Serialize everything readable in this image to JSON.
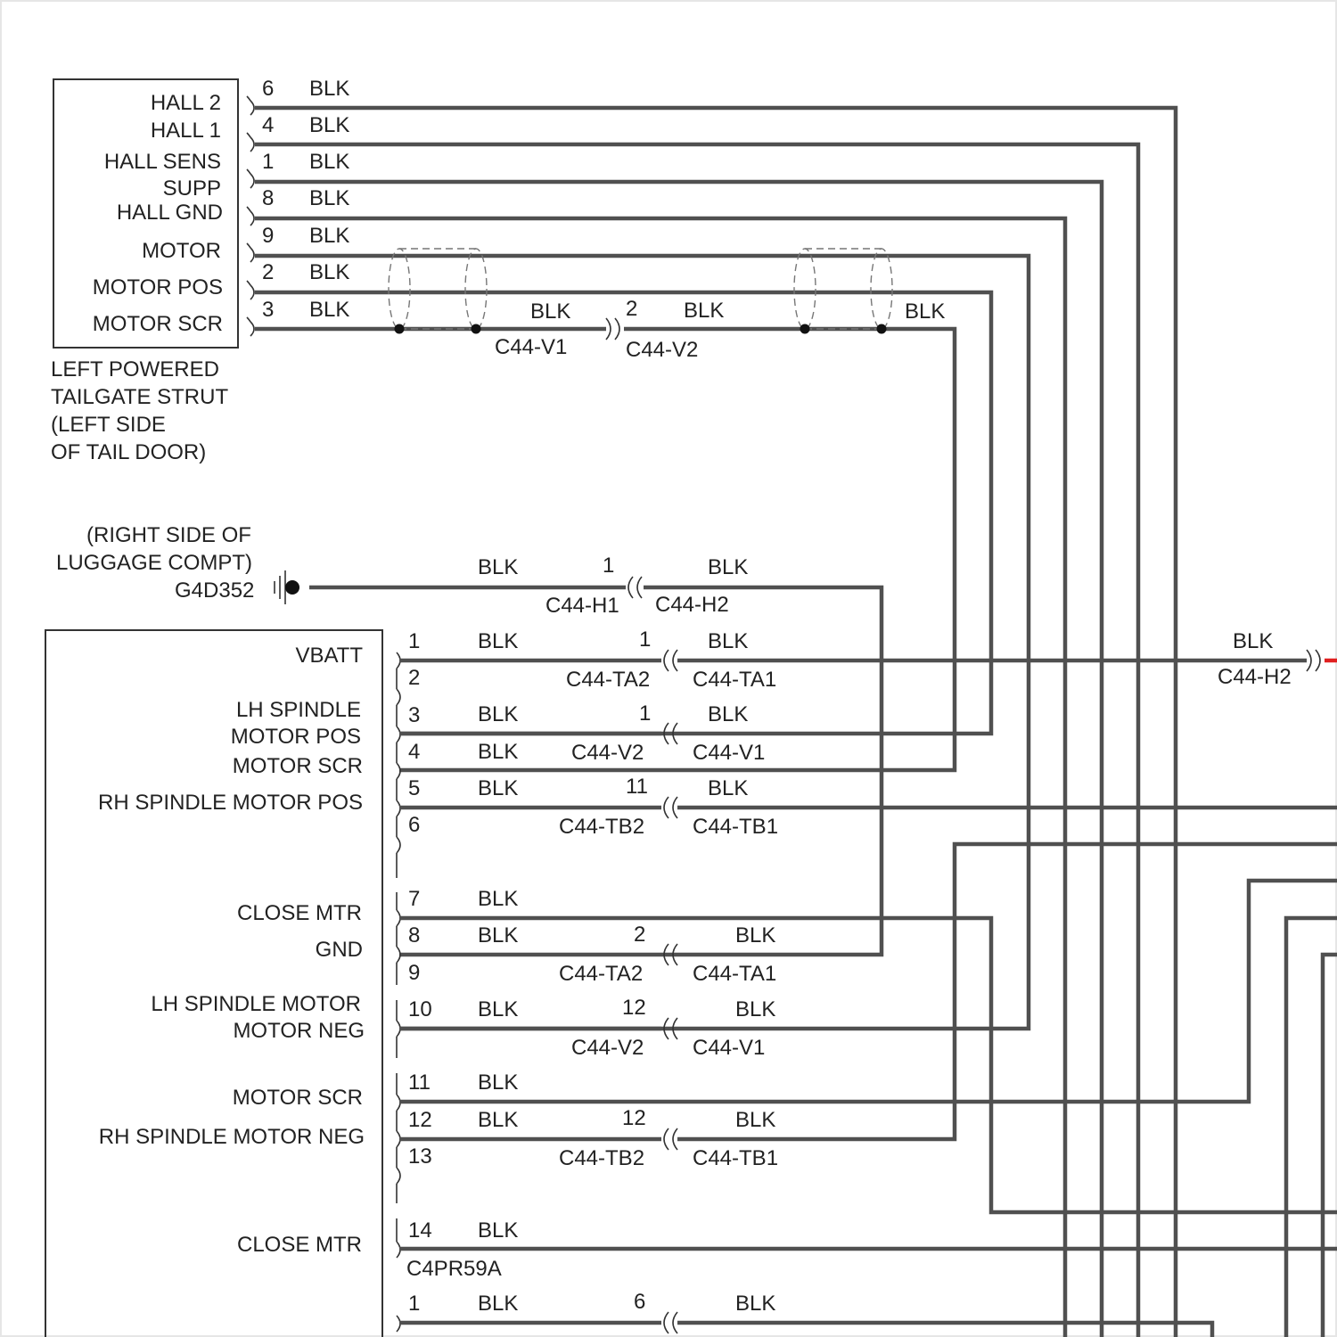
{
  "strut": {
    "pins": [
      "HALL 2",
      "HALL 1",
      "HALL SENS",
      "SUPP",
      "HALL GND",
      "MOTOR",
      "MOTOR POS",
      "MOTOR SCR"
    ],
    "wires": [
      {
        "pin": "6",
        "color": "BLK"
      },
      {
        "pin": "4",
        "color": "BLK"
      },
      {
        "pin": "1",
        "color": "BLK"
      },
      {
        "pin": "8",
        "color": "BLK"
      },
      {
        "pin": "9",
        "color": "BLK"
      },
      {
        "pin": "2",
        "color": "BLK"
      },
      {
        "pin": "3",
        "color": "BLK"
      }
    ],
    "caption": [
      "LEFT POWERED",
      "TAILGATE STRUT",
      "(LEFT SIDE",
      "OF TAIL DOOR)"
    ]
  },
  "inline": {
    "color_a": "BLK",
    "pin": "2",
    "color_b": "BLK",
    "color_c": "BLK",
    "conn_a": "C44-V1",
    "conn_b": "C44-V2"
  },
  "ground": {
    "location": [
      "(RIGHT SIDE OF",
      "LUGGAGE COMPT)"
    ],
    "id": "G4D352",
    "color_left": "BLK",
    "pin": "1",
    "color_right": "BLK",
    "conn_left": "C44-H1",
    "conn_right": "C44-H2"
  },
  "module": {
    "labels": [
      "VBATT",
      "LH SPINDLE",
      "MOTOR POS",
      "MOTOR SCR",
      "RH SPINDLE MOTOR POS",
      "CLOSE MTR",
      "GND",
      "LH SPINDLE MOTOR",
      "MOTOR NEG",
      "MOTOR SCR",
      "RH SPINDLE MOTOR NEG",
      "CLOSE MTR"
    ],
    "pins": [
      "1",
      "2",
      "3",
      "4",
      "5",
      "6",
      "7",
      "8",
      "9",
      "10",
      "11",
      "12",
      "13",
      "14"
    ],
    "connector_id": "C4PR59A",
    "wire_colors": [
      {
        "pin": "1",
        "color": "BLK"
      },
      {
        "pin": "3",
        "color": "BLK"
      },
      {
        "pin": "4",
        "color": "BLK"
      },
      {
        "pin": "5",
        "color": "BLK"
      },
      {
        "pin": "7",
        "color": "BLK"
      },
      {
        "pin": "8",
        "color": "BLK"
      },
      {
        "pin": "10",
        "color": "BLK"
      },
      {
        "pin": "11",
        "color": "BLK"
      },
      {
        "pin": "12",
        "color": "BLK"
      },
      {
        "pin": "14",
        "color": "BLK"
      }
    ]
  },
  "connectors": [
    {
      "pin": "1",
      "left": "C44-TA2",
      "right": "C44-TA1",
      "color": "BLK"
    },
    {
      "pin": "1",
      "left": "C44-V2",
      "right": "C44-V1",
      "color": "BLK"
    },
    {
      "pin": "11",
      "left": "C44-TB2",
      "right": "C44-TB1",
      "color": "BLK"
    },
    {
      "pin": "2",
      "left": "C44-TA2",
      "right": "C44-TA1",
      "color": "BLK"
    },
    {
      "pin": "12",
      "left": "C44-V2",
      "right": "C44-V1",
      "color": "BLK"
    },
    {
      "pin": "12",
      "left": "C44-TB2",
      "right": "C44-TB1",
      "color": "BLK"
    }
  ],
  "right_edge": {
    "color": "BLK",
    "conn": "C44-H2"
  },
  "bottom_row": {
    "module_pin": "1",
    "color_left": "BLK",
    "conn_pin": "6",
    "color_right": "BLK"
  },
  "colors": {
    "wire": "#505050",
    "vbatt_wire": "#e02020"
  }
}
